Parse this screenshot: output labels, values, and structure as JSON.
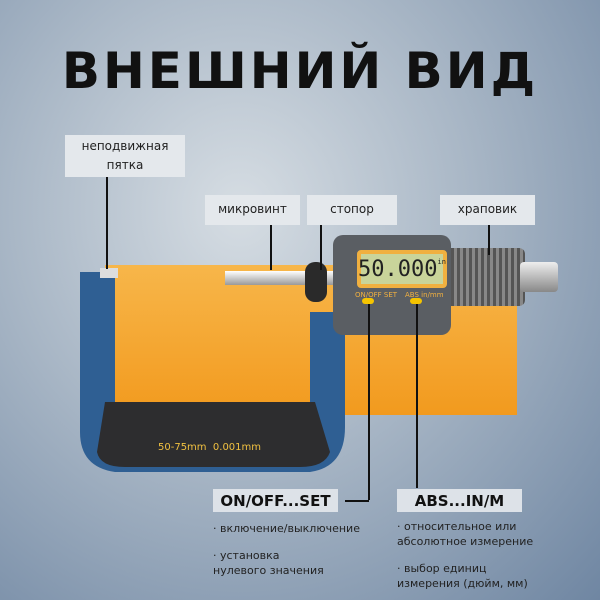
{
  "title": "ВНЕШНИЙ ВИД",
  "labels": {
    "anvil": "неподвижная пятка",
    "spindle": "микровинт",
    "lock": "стопор",
    "ratchet": "храповик"
  },
  "device": {
    "display_value": "50.000",
    "display_unit": "in",
    "button_left": "ON/OFF SET",
    "button_right": "ABS in/mm",
    "frame_text_range": "50-75mm",
    "frame_text_resolution": "0.001mm"
  },
  "buttons": [
    {
      "label": "ON/OFF...SET",
      "desc": [
        "· включение/выключение",
        "· установка нулевого значения"
      ]
    },
    {
      "label": "ABS...IN/M",
      "desc": [
        "· относительное или абсолютное измерение",
        "· выбор единиц измерения (дюйм, мм)"
      ]
    }
  ],
  "colors": {
    "frame": "#2e5c8c",
    "accent": "#f5a623",
    "display": "#c9d49a"
  }
}
